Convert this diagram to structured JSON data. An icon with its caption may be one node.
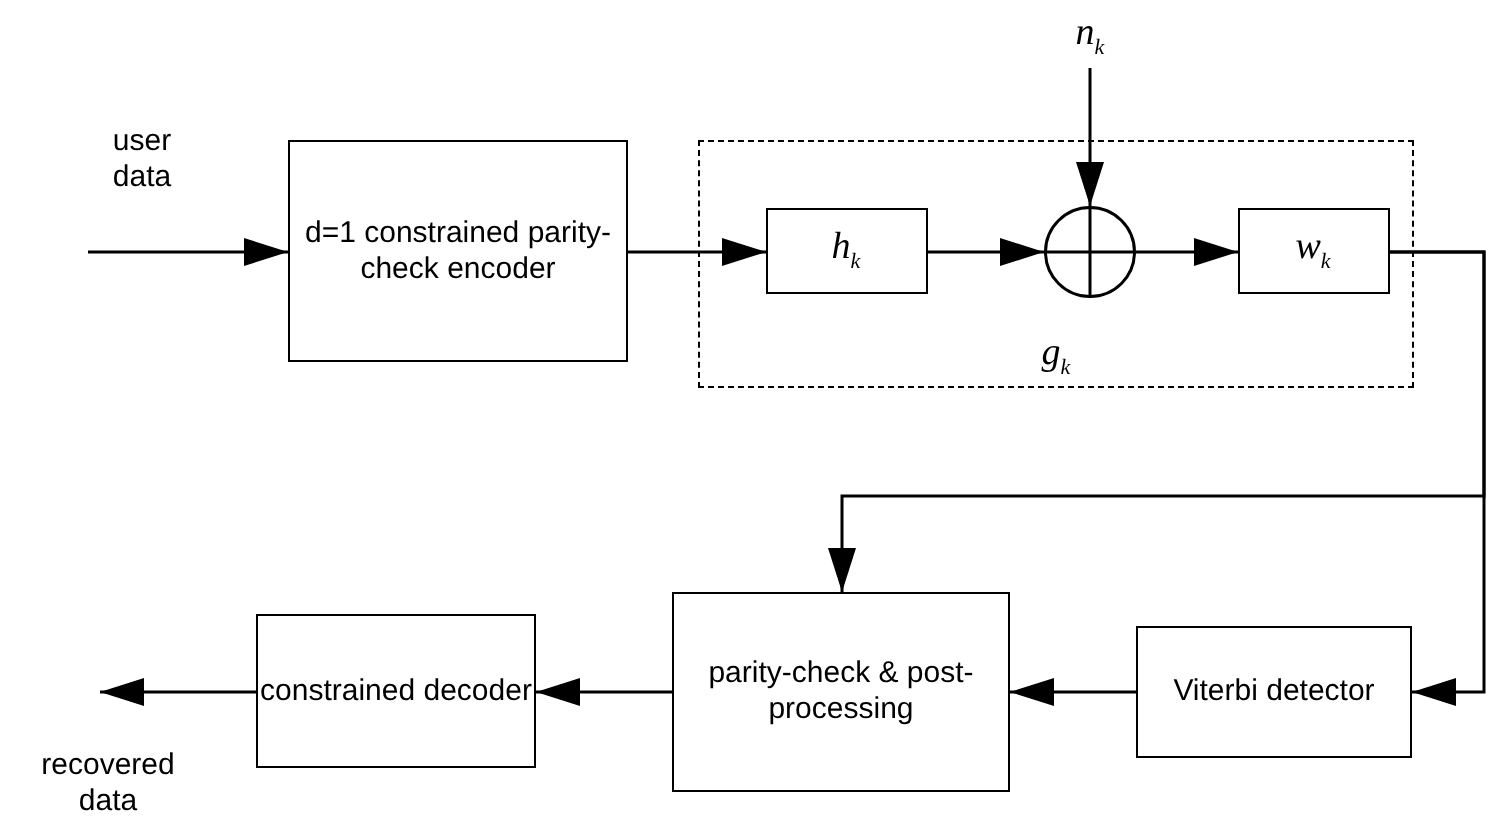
{
  "diagram": {
    "nodes": [
      {
        "text": [
          "user data"
        ]
      },
      {
        "text": [
          "d=1 constrained parity-check encoder"
        ]
      },
      {
        "text": [
          "g$_{k}$"
        ]
      },
      {
        "text": [
          "h$_{k}$"
        ],
        "in": 2
      },
      {
        "text": [],
        "shape": "circle",
        "in": 2
      },
      {
        "text": [
          "w$_{k}$"
        ],
        "in": 2
      },
      {
        "text": [
          "n$_{k}$"
        ]
      },
      {
        "text": [
          "parity-check & post-processing"
        ]
      },
      {
        "text": [
          "Viterbi detector"
        ]
      },
      {
        "text": [
          "constrained decoder"
        ]
      },
      {
        "text": [
          "recovered data"
        ]
      }
    ],
    "edges": [
      {
        "from": 0,
        "to": 1,
        "arrow": "to"
      },
      {
        "from": 1,
        "to": 3,
        "arrow": "to"
      },
      {
        "from": 3,
        "to": 4,
        "arrow": "to"
      },
      {
        "from": 6,
        "to": 4,
        "arrow": "to"
      },
      {
        "from": 4,
        "to": 5,
        "arrow": "to"
      },
      {
        "from": 5,
        "to": 8,
        "arrow": "to"
      },
      {
        "from": 5,
        "to": 7,
        "arrow": "to"
      },
      {
        "from": 8,
        "to": 7,
        "arrow": "to"
      },
      {
        "from": 7,
        "to": 9,
        "arrow": "to"
      },
      {
        "from": 9,
        "to": 10,
        "arrow": "to"
      }
    ]
  }
}
